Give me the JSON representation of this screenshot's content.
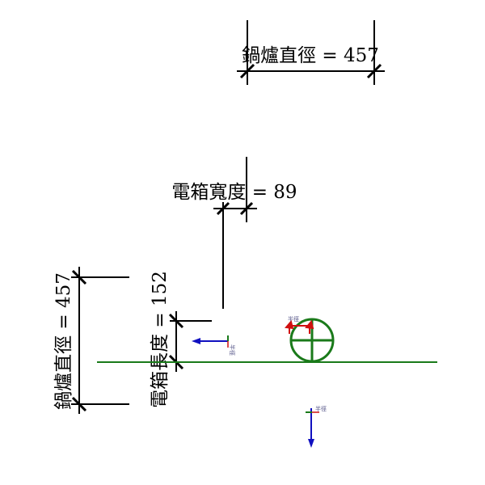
{
  "dimensions": {
    "boiler_diameter_top": "鍋爐直徑 = 457",
    "box_width": "電箱寬度 = 89",
    "boiler_diameter_left": "鍋爐直徑 = 457",
    "box_length": "電箱長度 = 152"
  },
  "annotations": {
    "radius_circle": "半徑",
    "radius_left": "半徑",
    "radius_bottom": "半徑"
  },
  "colors": {
    "dimension": "#000000",
    "reference_line": "#1a7a1a",
    "arrow_blue": "#1010c0",
    "arrow_red": "#d01010"
  }
}
